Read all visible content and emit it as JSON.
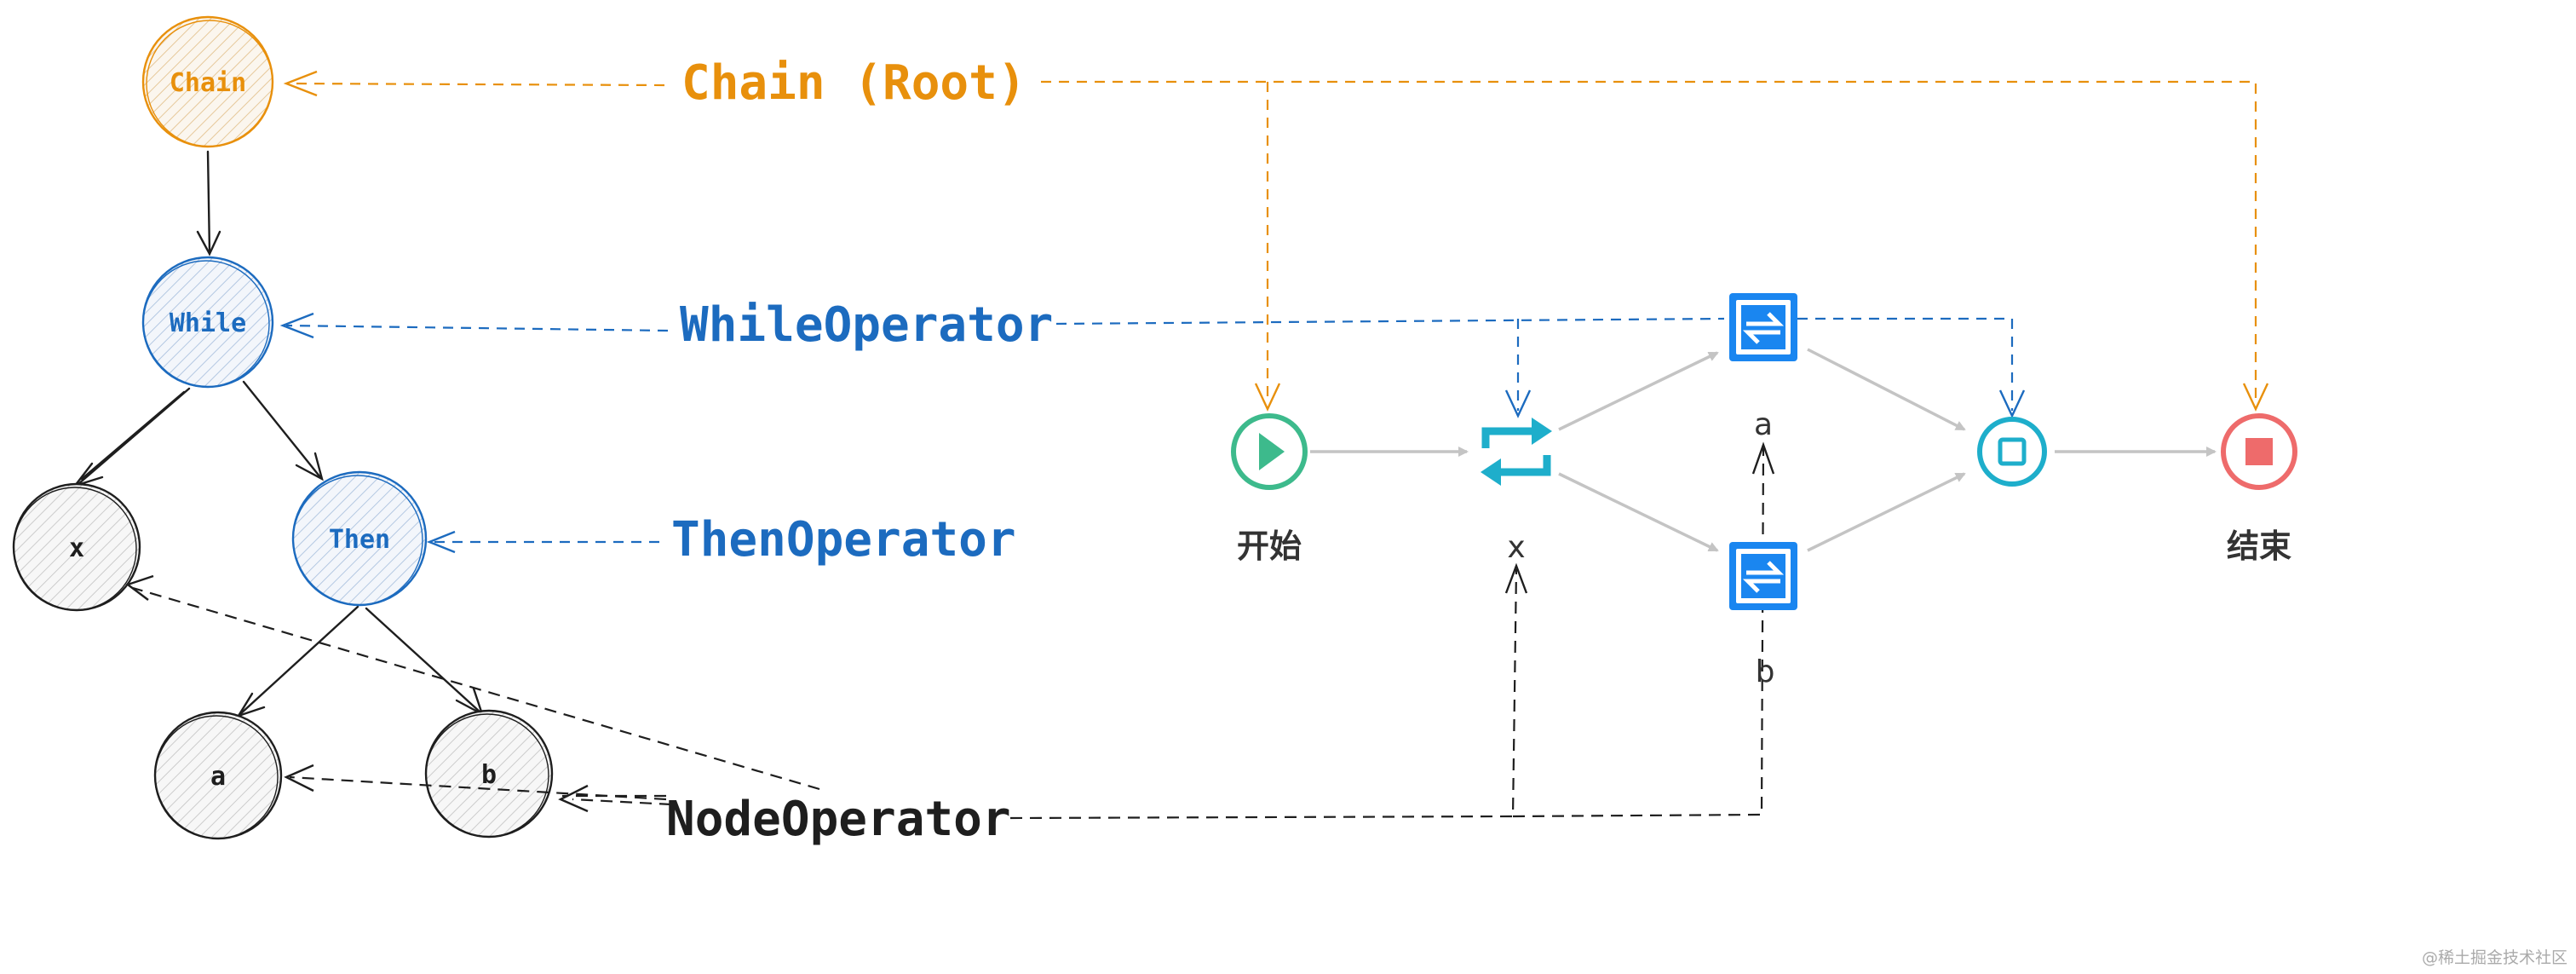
{
  "colors": {
    "root": "#e8900c",
    "operator": "#1c6bbf",
    "node": "#1e1e1e",
    "flow_gray": "#bdbdbd",
    "start_green": "#3dba8c",
    "loop_cyan": "#1eaecb",
    "switch_blue": "#1a86f0",
    "end_red": "#ee6b6b"
  },
  "tree": {
    "chain_node": "Chain",
    "while_node": "While",
    "then_node": "Then",
    "x_node": "x",
    "a_node": "a",
    "b_node": "b"
  },
  "labels": {
    "chain_root": "Chain (Root)",
    "while_operator": "WhileOperator",
    "then_operator": "ThenOperator",
    "node_operator": "NodeOperator"
  },
  "flow": {
    "start_label": "开始",
    "end_label": "结束",
    "loop_label": "x",
    "branch_a_label": "a",
    "branch_b_label": "b",
    "start_icon": "play-icon",
    "loop_icon": "repeat-icon",
    "switch_icon": "switch-icon",
    "join_icon": "square-stop-icon",
    "end_icon": "stop-icon"
  },
  "watermark": "@稀土掘金技术社区"
}
